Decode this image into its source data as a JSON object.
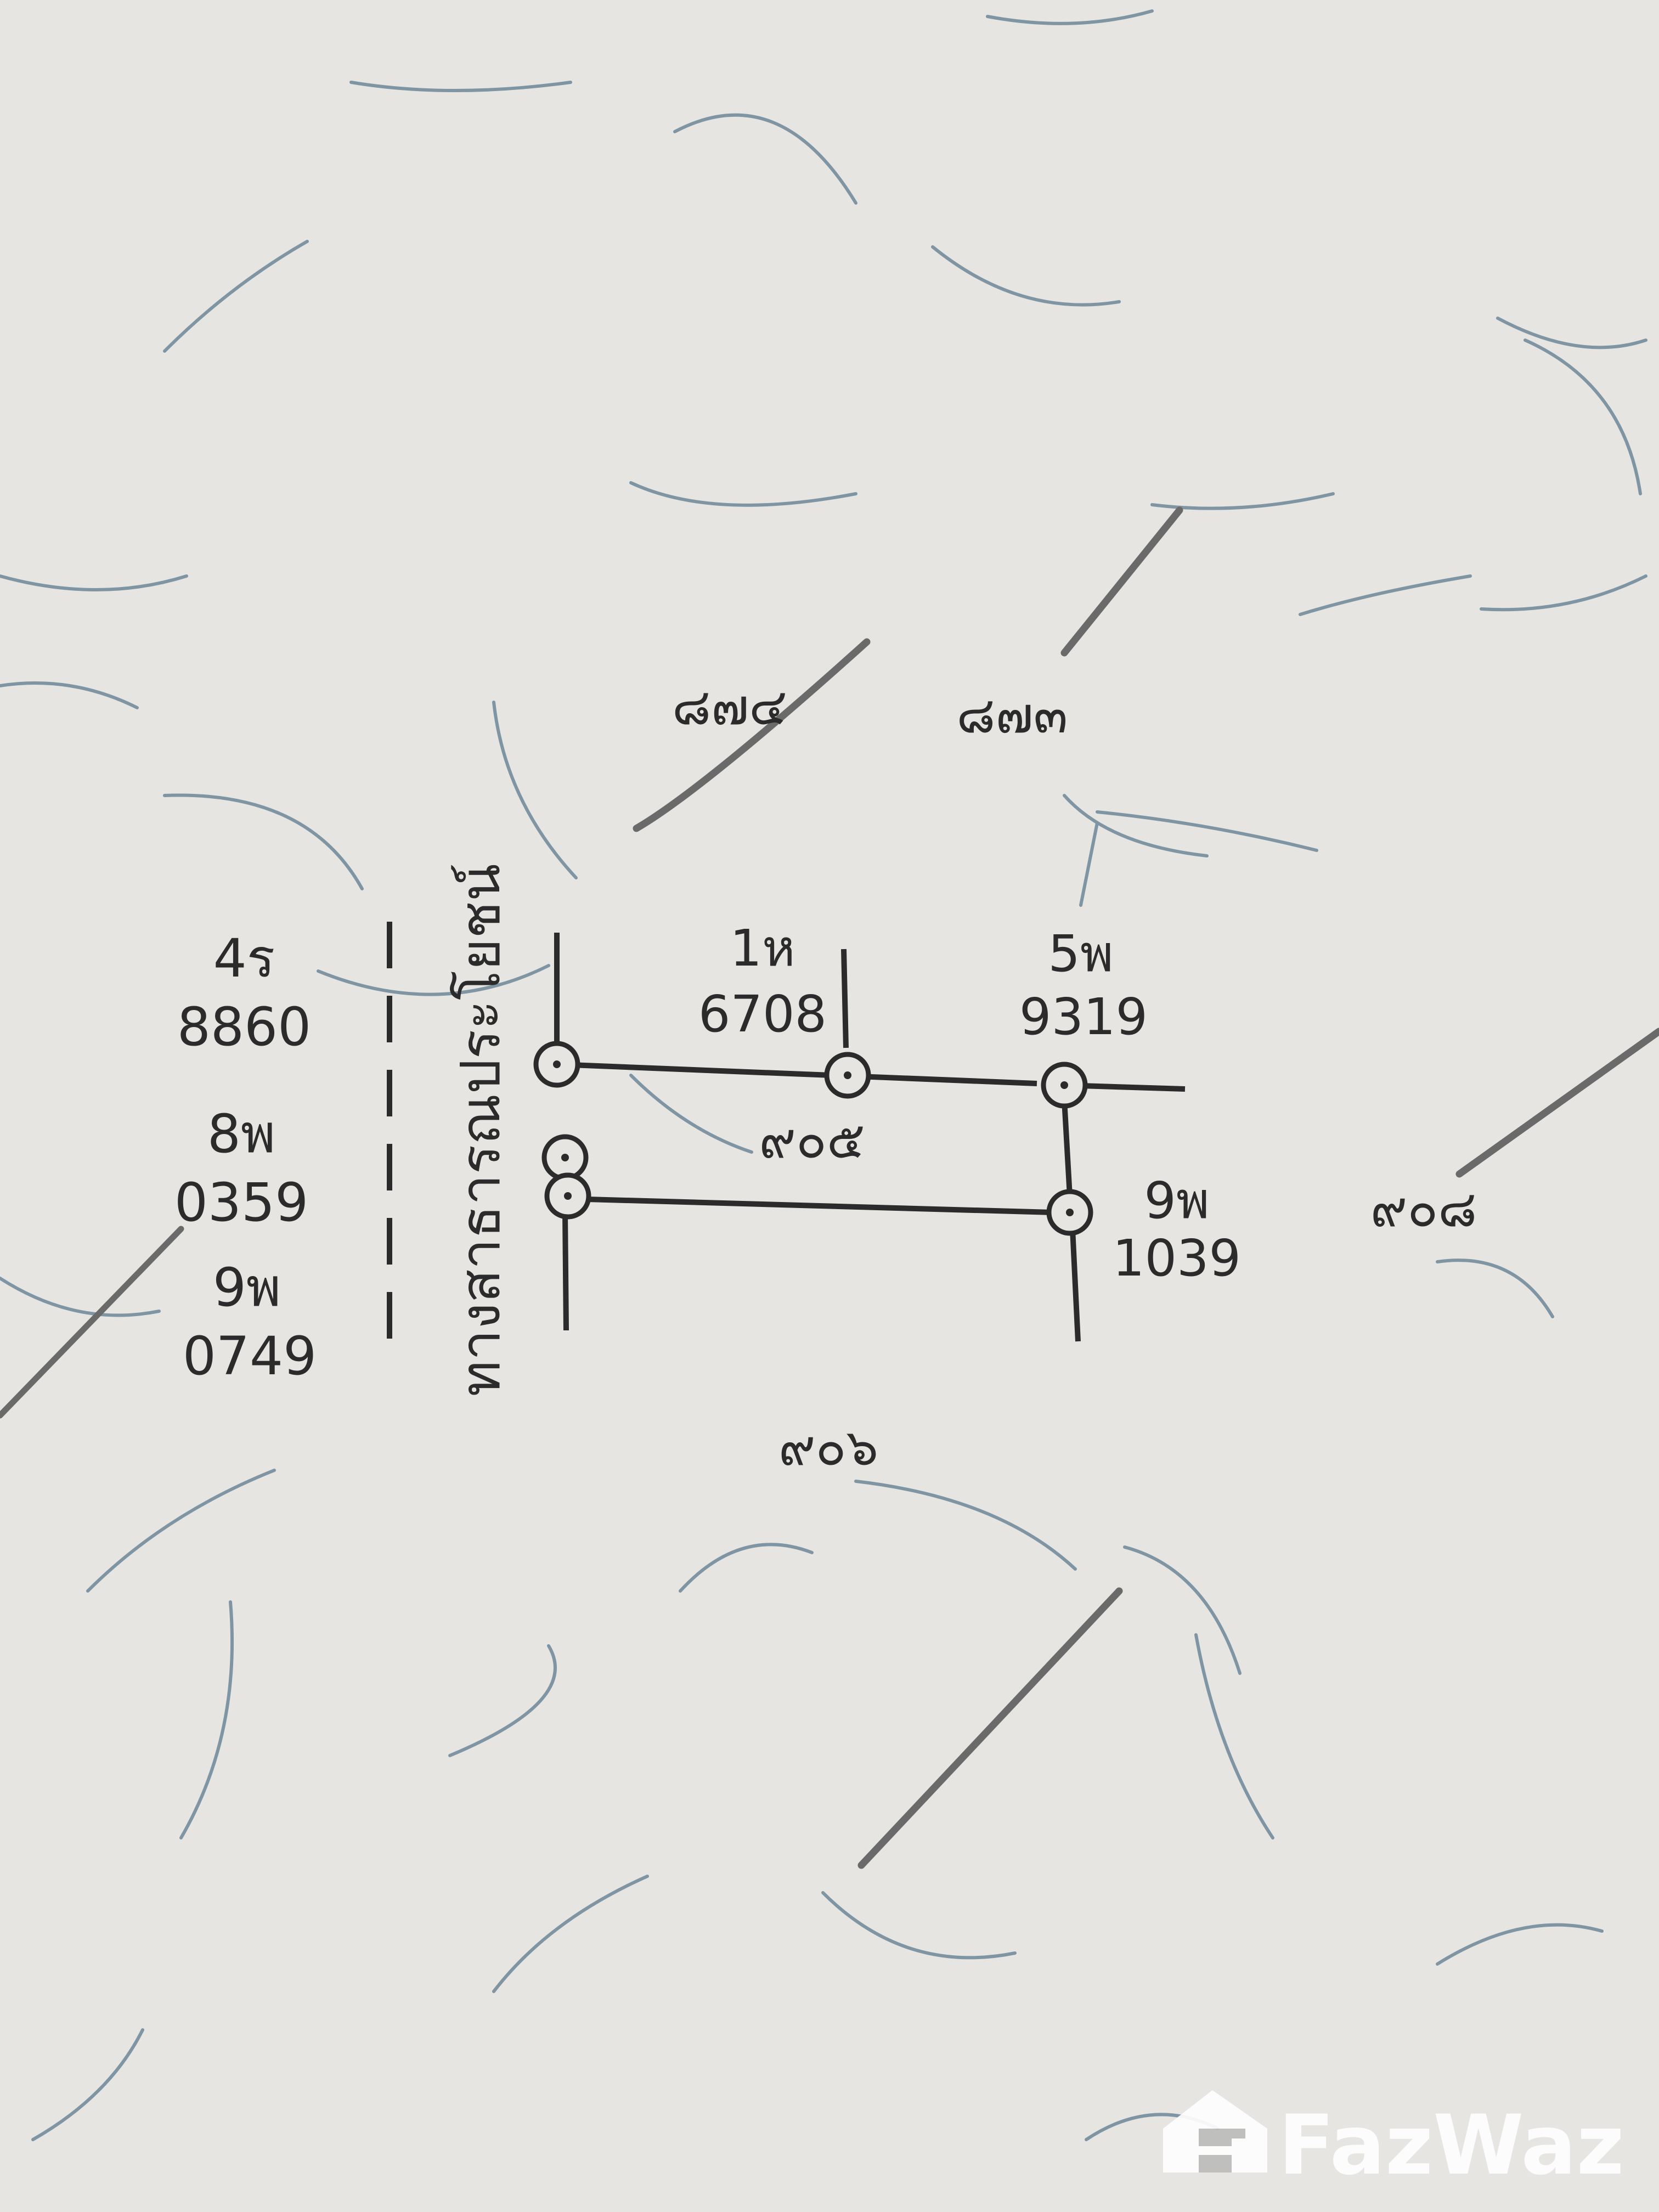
{
  "map": {
    "road_label": "ทางสาธารณประโยชน์",
    "parcels": {
      "subject": "๙๐๕",
      "north_left": "๘๗๔",
      "north_right": "๘๗๓",
      "east": "๙๐๘",
      "south": "๙๐๖"
    },
    "boundary_markers": {
      "left_group": [
        {
          "code": "4ร",
          "number": "8860"
        },
        {
          "code": "8พ",
          "number": "0359"
        },
        {
          "code": "9พ",
          "number": "0749"
        }
      ],
      "top_middle": {
        "code": "1ห",
        "number": "6708"
      },
      "top_right": {
        "code": "5พ",
        "number": "9319"
      },
      "bottom_right": {
        "code": "9พ",
        "number": "1039"
      }
    }
  },
  "watermark": {
    "brand": "FazWaz"
  },
  "colors": {
    "paper": "#e6e5e1",
    "ink": "#2b2b2b",
    "fiber_blue": "#7f95a3",
    "fiber_gray": "#6a6a6a",
    "watermark": "#ffffff"
  }
}
